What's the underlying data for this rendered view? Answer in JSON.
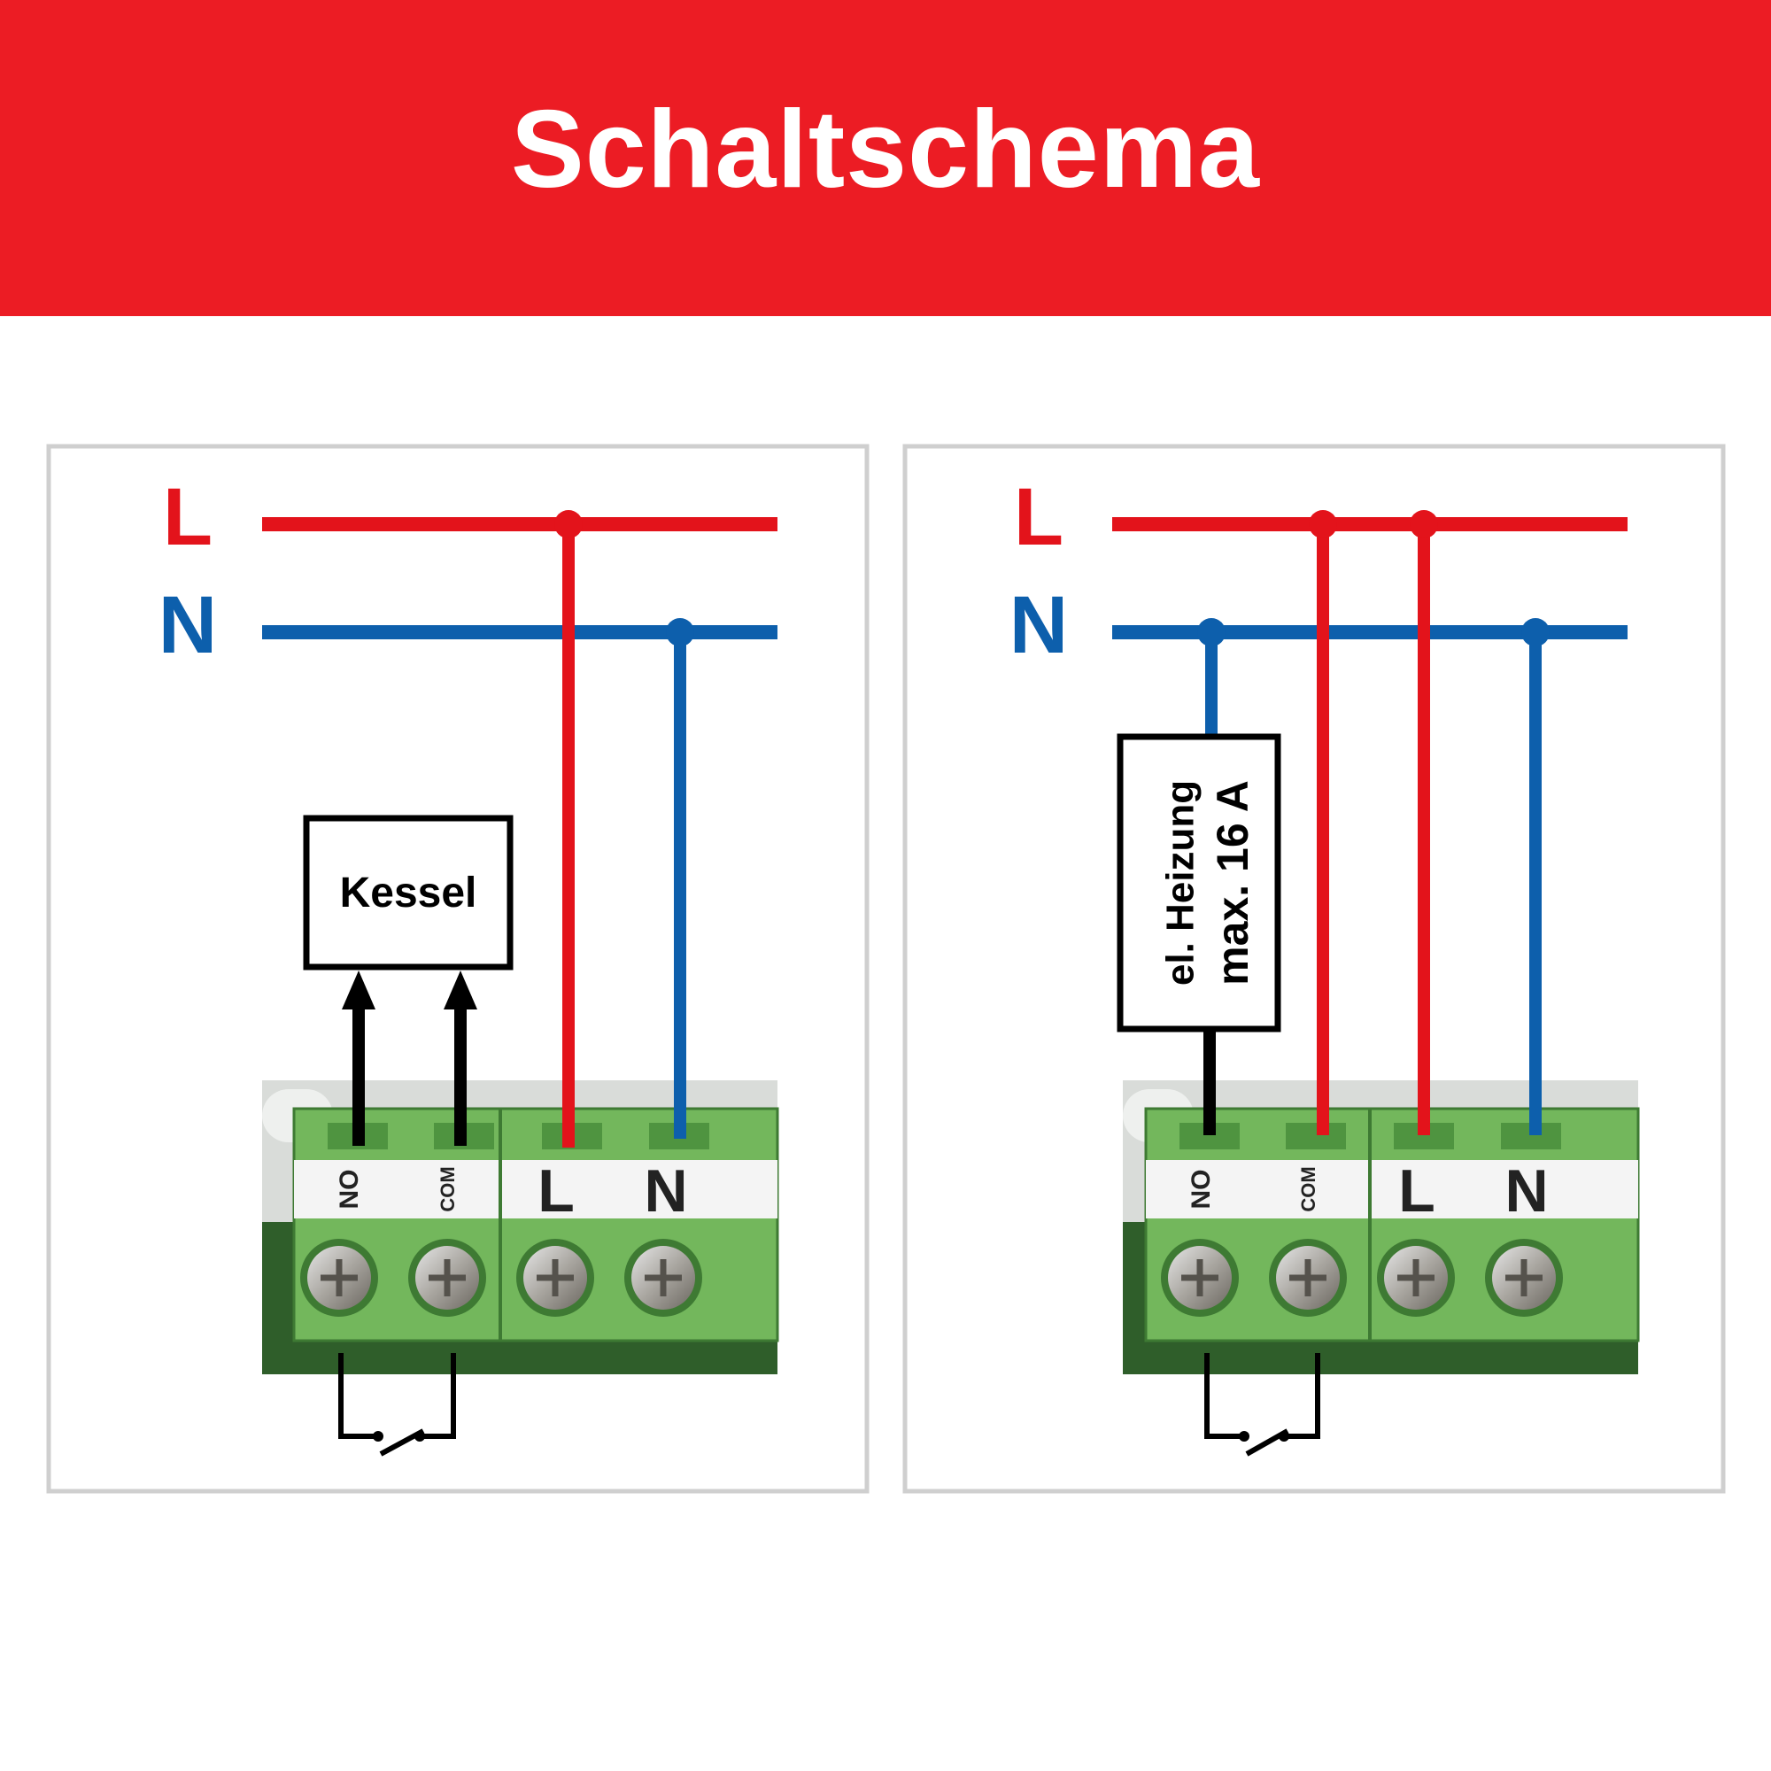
{
  "header": {
    "title": "Schaltschema"
  },
  "colors": {
    "header_bg": "#ec1c24",
    "live": "#e3131b",
    "neutral": "#0d5fac",
    "wire_black": "#000000",
    "terminal_green": "#6fb35a",
    "panel_border": "#cfcfcf"
  },
  "left_panel": {
    "line_L_label": "L",
    "line_N_label": "N",
    "load_label": "Kessel",
    "terminals": [
      "NO",
      "COM",
      "L",
      "N"
    ]
  },
  "right_panel": {
    "line_L_label": "L",
    "line_N_label": "N",
    "load_label_line1": "el. Heizung",
    "load_label_line2": "max. 16 A",
    "terminals": [
      "NO",
      "COM",
      "L",
      "N"
    ]
  }
}
